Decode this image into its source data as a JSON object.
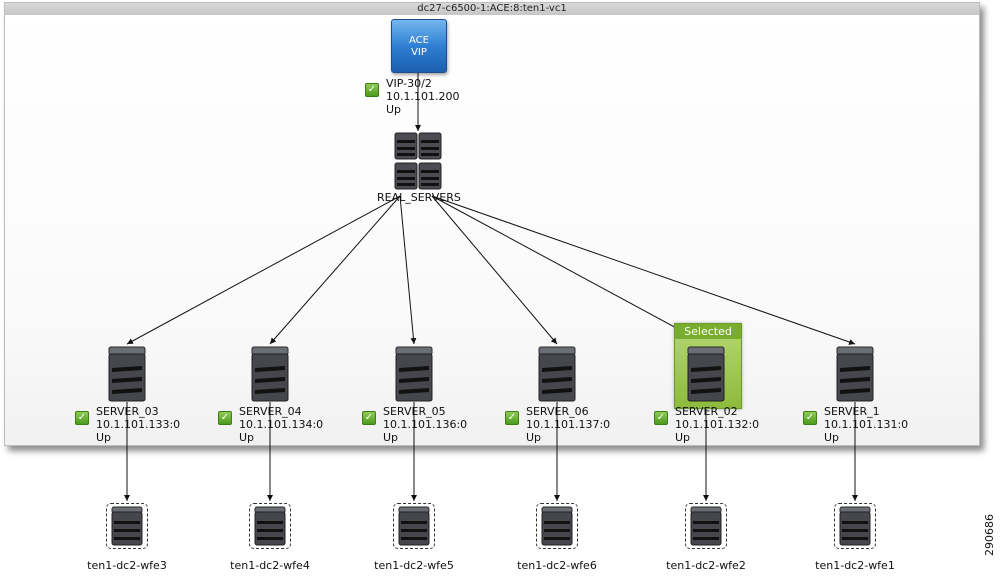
{
  "panel": {
    "title": "dc27-c6500-1:ACE:8:ten1-vc1"
  },
  "vip": {
    "icon_line1": "ACE",
    "icon_line2": "VIP",
    "name": "VIP-30/2",
    "ip": "10.1.101.200",
    "status": "Up"
  },
  "server_farm": {
    "label": "REAL_SERVERS"
  },
  "selected_label": "Selected",
  "servers": [
    {
      "name": "SERVER_03",
      "ip": "10.1.101.133:0",
      "status": "Up",
      "backend": "ten1-dc2-wfe3"
    },
    {
      "name": "SERVER_04",
      "ip": "10.1.101.134:0",
      "status": "Up",
      "backend": "ten1-dc2-wfe4"
    },
    {
      "name": "SERVER_05",
      "ip": "10.1.101.136:0",
      "status": "Up",
      "backend": "ten1-dc2-wfe5"
    },
    {
      "name": "SERVER_06",
      "ip": "10.1.101.137:0",
      "status": "Up",
      "backend": "ten1-dc2-wfe6"
    },
    {
      "name": "SERVER_02",
      "ip": "10.1.101.132:0",
      "status": "Up",
      "backend": "ten1-dc2-wfe2",
      "selected": true
    },
    {
      "name": "SERVER_1",
      "ip": "10.1.101.131:0",
      "status": "Up",
      "backend": "ten1-dc2-wfe1"
    }
  ],
  "figure_code": "290686",
  "colors": {
    "vip_blue": "#2f7fd3",
    "status_green": "#5aa82a",
    "selected_green": "#8dbb3d"
  }
}
